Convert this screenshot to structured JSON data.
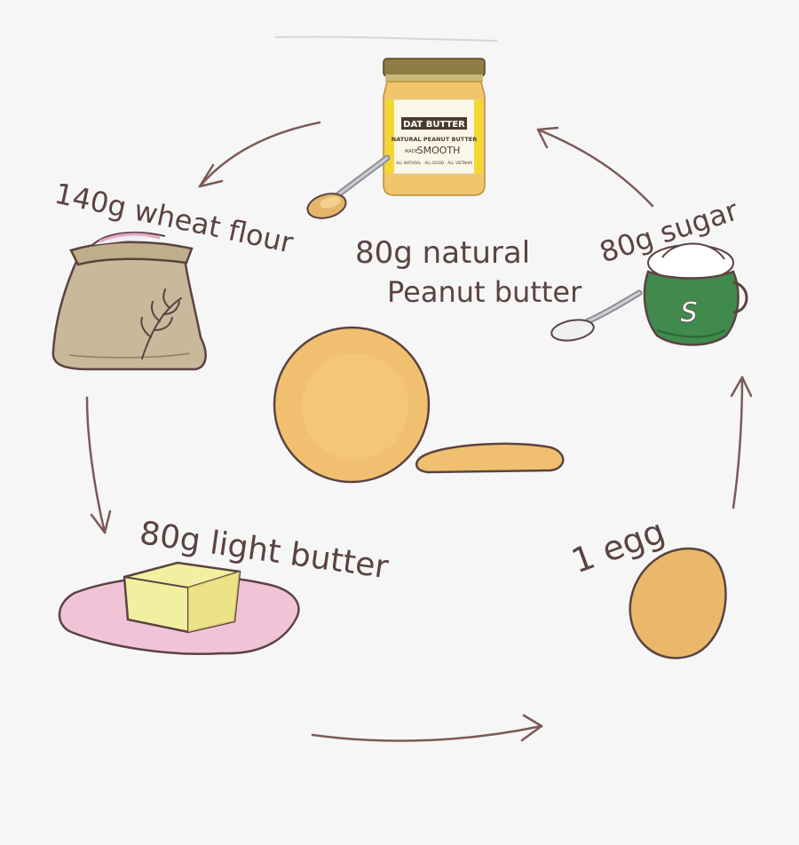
{
  "ingredients": {
    "flour": {
      "label": "140g wheat flour"
    },
    "peanut_butter": {
      "label_line1": "80g natural",
      "label_line2": "Peanut butter"
    },
    "sugar": {
      "label": "80g sugar",
      "pot_letter": "S"
    },
    "butter": {
      "label": "80g light butter"
    },
    "egg": {
      "label": "1 egg"
    }
  },
  "jar": {
    "brand": "DAT BUTTER",
    "product": "NATURAL PEANUT BUTTER",
    "variant": "SMOOTH",
    "variant_prefix": "MADE",
    "tagline": "ALL NATURAL · ALL GOOD · ALL VIETNAM"
  },
  "colors": {
    "ink": "#5b4341",
    "jar_lid": "#8f7d45",
    "sugar_pot": "#3f8a4c",
    "butter": "#f2f0a0",
    "wrapper": "#f0c4d6",
    "dough": "#f0c070",
    "sack": "#c8b99a"
  },
  "icons": [
    "flour-sack-icon",
    "wheat-icon",
    "peanut-butter-jar-icon",
    "spoon-icon",
    "sugar-pot-icon",
    "butter-block-icon",
    "egg-icon",
    "dough-ball-icon",
    "cookie-icon",
    "arrow-icon"
  ]
}
